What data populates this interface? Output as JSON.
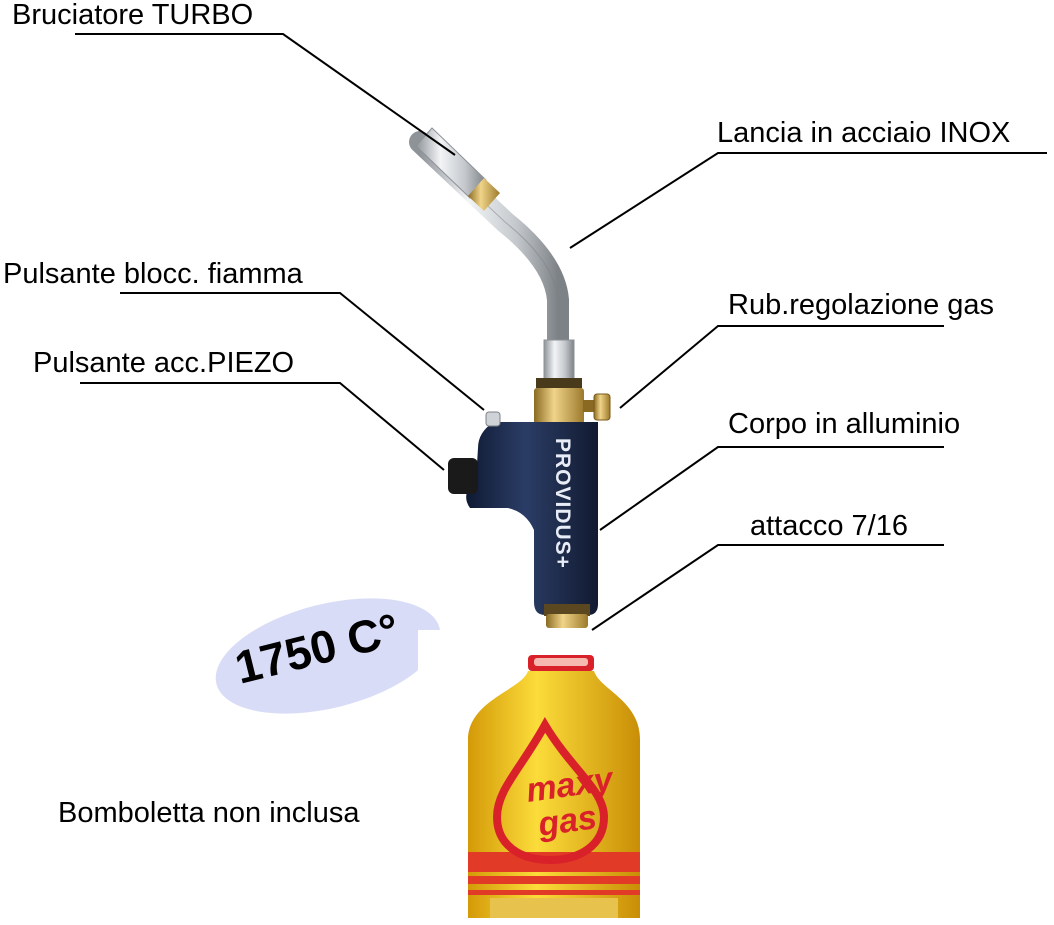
{
  "labels": {
    "burner": "Bruciatore TURBO",
    "lance": "Lancia in acciaio INOX",
    "flame_lock": "Pulsante blocc. fiamma",
    "gas_valve": "Rub.regolazione gas",
    "piezo": "Pulsante acc.PIEZO",
    "body": "Corpo in alluminio",
    "fitting": "attacco 7/16",
    "canister_note": "Bomboletta non inclusa"
  },
  "temperature_badge": "1750 C°",
  "torch_brand": "PROVIDUS+",
  "canister_logo": {
    "line1": "maxy",
    "line2": "gas"
  },
  "colors": {
    "handle": "#1c2a4a",
    "brass": "#c9a24a",
    "steel": "#c8ccd0",
    "canister": "#f3c214",
    "canister_red": "#d9212a",
    "badge": "#d8dcf6"
  }
}
